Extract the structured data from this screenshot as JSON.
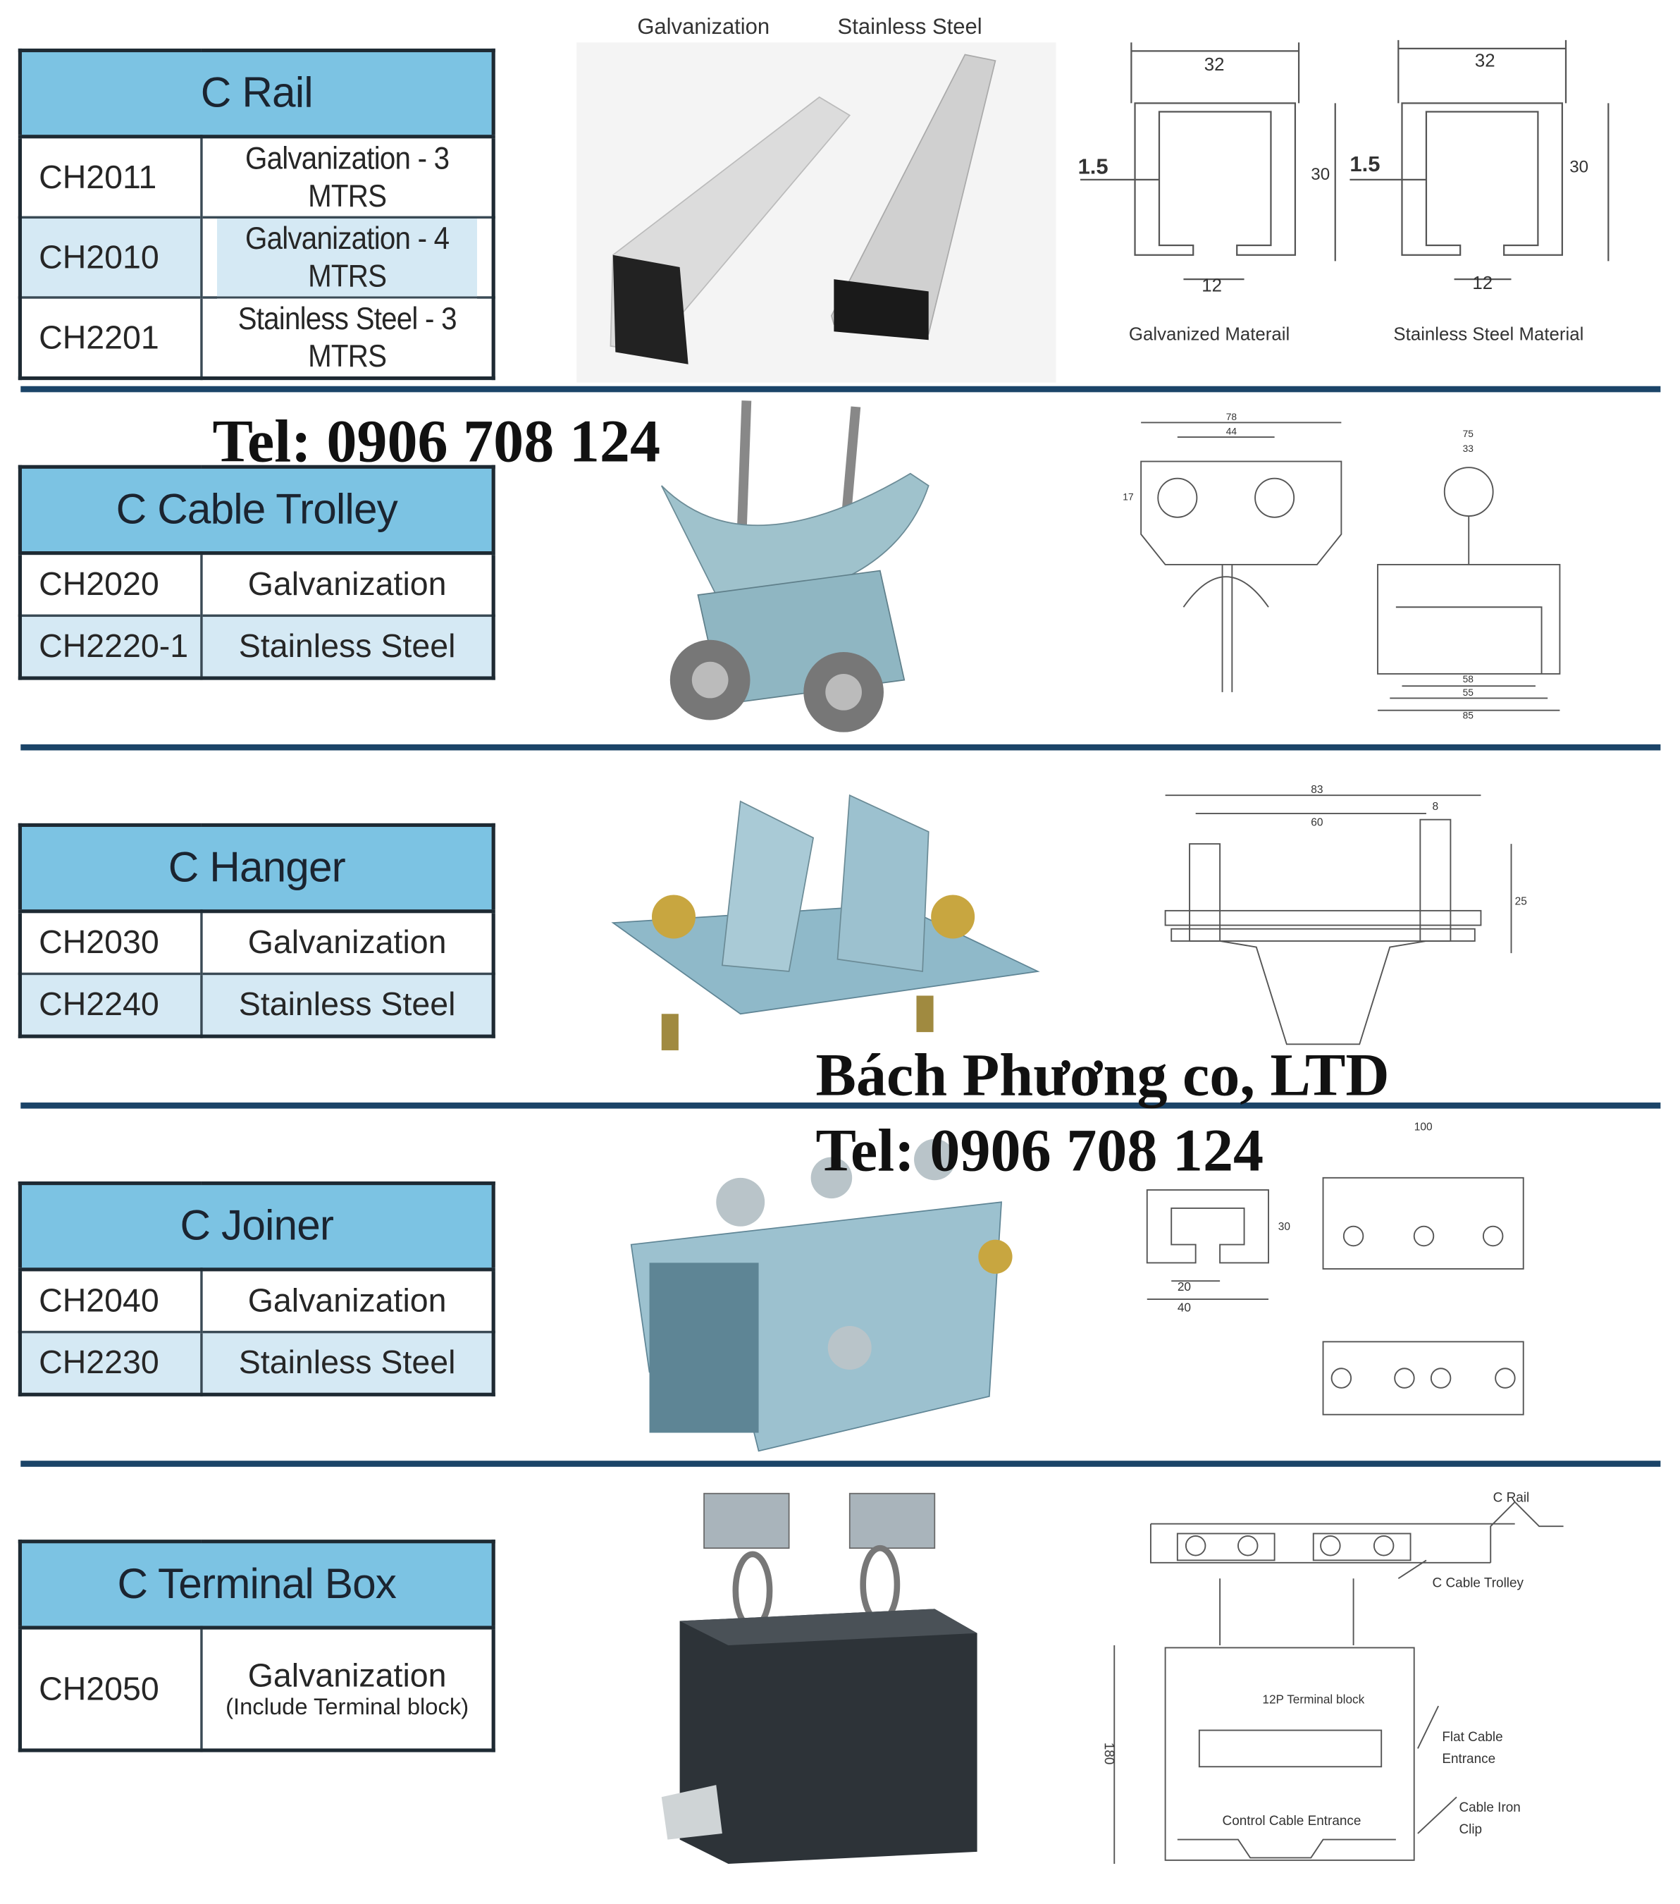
{
  "sections": [
    {
      "title": "C Rail",
      "rows": [
        {
          "code": "CH2011",
          "desc": "Galvanization - 3 MTRS"
        },
        {
          "code": "CH2010",
          "desc": "Galvanization - 4 MTRS"
        },
        {
          "code": "CH2201",
          "desc": "Stainless Steel - 3 MTRS"
        }
      ]
    },
    {
      "title": "C Cable Trolley",
      "rows": [
        {
          "code": "CH2020",
          "desc": "Galvanization"
        },
        {
          "code": "CH2220-1",
          "desc": "Stainless Steel"
        }
      ]
    },
    {
      "title": "C Hanger",
      "rows": [
        {
          "code": "CH2030",
          "desc": "Galvanization"
        },
        {
          "code": "CH2240",
          "desc": "Stainless Steel"
        }
      ]
    },
    {
      "title": "C Joiner",
      "rows": [
        {
          "code": "CH2040",
          "desc": "Galvanization"
        },
        {
          "code": "CH2230",
          "desc": "Stainless Steel"
        }
      ]
    },
    {
      "title": "C Terminal Box",
      "rows": [
        {
          "code": "CH2050",
          "desc": "Galvanization",
          "sub": "(Include Terminal block)"
        }
      ]
    }
  ],
  "rail_photo": {
    "label_left": "Galvanization",
    "label_right": "Stainless Steel"
  },
  "rail_drawing": {
    "width": "32",
    "height": "30",
    "thickness": "1.5",
    "opening": "12",
    "caption_left": "Galvanized Materail",
    "caption_right": "Stainless Steel Material"
  },
  "trolley_drawing": {
    "d1": "78",
    "d2": "44",
    "d3": "17",
    "d4": "75",
    "d5": "33",
    "d6": "58",
    "d7": "55",
    "d8": "85"
  },
  "hanger_drawing": {
    "d1": "83",
    "d2": "60",
    "d3": "8",
    "d4": "25"
  },
  "joiner_drawing": {
    "d1": "100",
    "d2": "20",
    "d3": "40",
    "d4": "30"
  },
  "terminal_drawing": {
    "rail": "C Rail",
    "trolley": "C Cable Trolley",
    "block": "12P Terminal block",
    "flat1": "Flat Cable",
    "flat2": "Entrance",
    "clip1": "Cable Iron",
    "clip2": "Clip",
    "control": "Control Cable Entrance",
    "height": "180"
  },
  "watermarks": {
    "tel1": "Tel: 0906 708 124",
    "company": "Bách Phương co, LTD",
    "tel2": "Tel: 0906 708 124"
  },
  "colors": {
    "header": "#7cc3e3",
    "row_alt": "#d5e9f4",
    "separator": "#1b4468"
  }
}
